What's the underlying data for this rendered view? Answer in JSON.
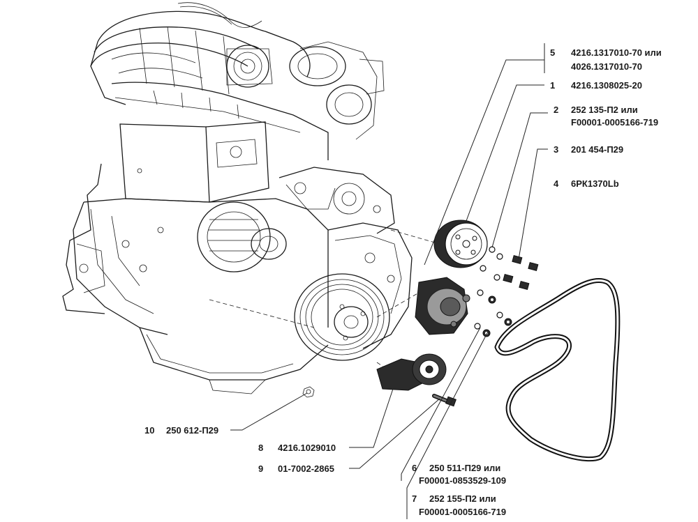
{
  "callouts": [
    {
      "id": "c5",
      "num": "5",
      "line1": "4216.1317010-70 или",
      "line2": "4026.1317010-70"
    },
    {
      "id": "c1",
      "num": "1",
      "line1": "4216.1308025-20",
      "line2": ""
    },
    {
      "id": "c2",
      "num": "2",
      "line1": "252 135-П2 или",
      "line2": "F00001-0005166-719"
    },
    {
      "id": "c3",
      "num": "3",
      "line1": "201 454-П29",
      "line2": ""
    },
    {
      "id": "c4",
      "num": "4",
      "line1": "6РК1370Lb",
      "line2": ""
    },
    {
      "id": "c10",
      "num": "10",
      "line1": "250 612-П29",
      "line2": ""
    },
    {
      "id": "c8",
      "num": "8",
      "line1": "4216.1029010",
      "line2": ""
    },
    {
      "id": "c9",
      "num": "9",
      "line1": "01-7002-2865",
      "line2": ""
    },
    {
      "id": "c6",
      "num": "6",
      "line1": "250 511-П29 или",
      "line2": "F00001-0853529-109"
    },
    {
      "id": "c7",
      "num": "7",
      "line1": "252 155-П2 или",
      "line2": "F00001-0005166-719"
    }
  ]
}
